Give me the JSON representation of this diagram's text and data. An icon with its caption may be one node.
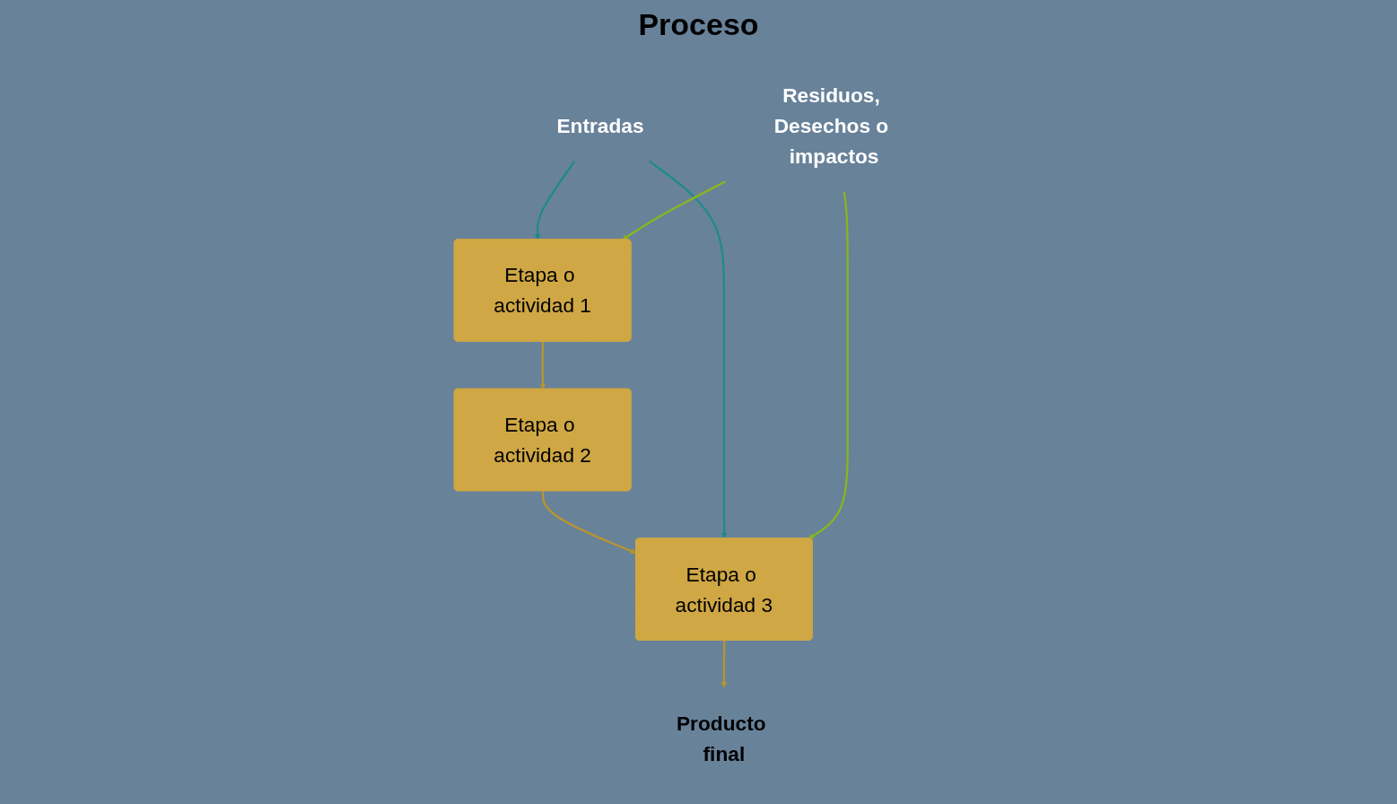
{
  "diagram": {
    "title": "Proceso",
    "nodes": [
      {
        "text": [
          "Entradas"
        ]
      },
      {
        "text": [
          "Etapa o actividad 1"
        ]
      },
      {
        "text": [
          "Etapa o actividad 2"
        ]
      },
      {
        "text": [
          "Etapa o actividad 3"
        ]
      },
      {
        "text": [
          "Residuos, Desechos o impactos"
        ]
      },
      {
        "text": [
          "Producto final"
        ]
      }
    ],
    "edges": [
      {
        "from": 1,
        "to": 2,
        "arrow": "to"
      },
      {
        "from": 2,
        "to": 3,
        "arrow": "to"
      },
      {
        "from": 3,
        "to": 5,
        "arrow": "to"
      },
      {
        "from": 0,
        "to": 1,
        "arrow": "to",
        "color": "#1f8a8a"
      },
      {
        "from": 0,
        "to": 3,
        "arrow": "to",
        "color": "#1f8a8a"
      },
      {
        "from": 4,
        "to": 1,
        "arrow": "to",
        "color": "#8ab51e"
      },
      {
        "from": 4,
        "to": 3,
        "arrow": "to",
        "color": "#8ab51e"
      }
    ]
  }
}
